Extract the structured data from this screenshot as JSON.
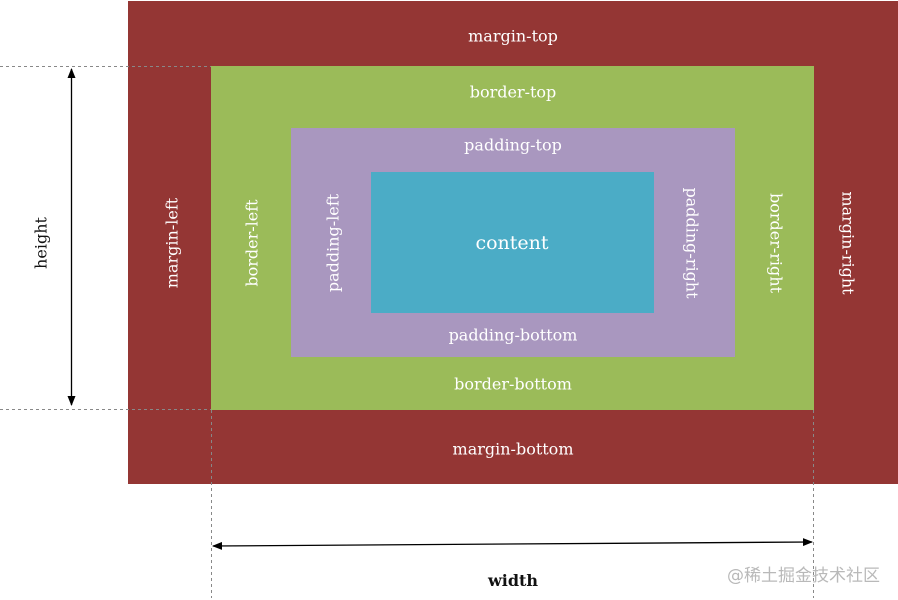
{
  "labels": {
    "margin_top": "margin-top",
    "margin_bottom": "margin-bottom",
    "margin_left": "margin-left",
    "margin_right": "margin-right",
    "border_top": "border-top",
    "border_bottom": "border-bottom",
    "border_left": "border-left",
    "border_right": "border-right",
    "padding_top": "padding-top",
    "padding_bottom": "padding-bottom",
    "padding_left": "padding-left",
    "padding_right": "padding-right",
    "content": "content"
  },
  "dimensions": {
    "height": "height",
    "width": "width"
  },
  "watermark": "@稀土掘金技术社区",
  "colors": {
    "margin": "#943634",
    "border": "#9bbb59",
    "padding": "#a997bf",
    "content": "#4bacc6",
    "text": "#ffffff",
    "guide": "#888888",
    "arrow": "#000000"
  }
}
